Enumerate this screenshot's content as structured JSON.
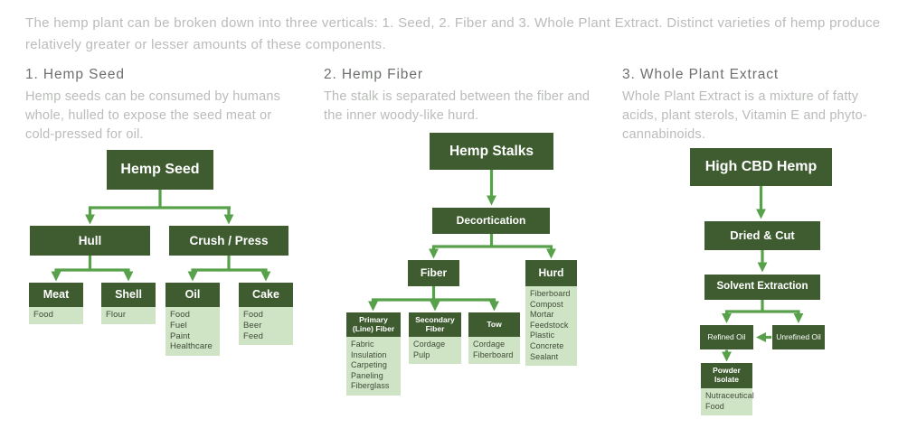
{
  "intro": "The hemp plant can be broken down into three verticals: 1. Seed, 2. Fiber and 3. Whole Plant Extract. Distinct varieties of hemp produce relatively greater or lesser amounts of these components.",
  "sections": [
    {
      "heading": "1. Hemp Seed",
      "body": "Hemp seeds can be consumed by humans whole, hulled to expose the seed meat or cold-pressed for oil."
    },
    {
      "heading": "2. Hemp Fiber",
      "body": "The stalk is separated between the fiber and the inner woody-like hurd."
    },
    {
      "heading": "3. Whole Plant Extract",
      "body": "Whole Plant Extract is a mixture of fatty acids, plant sterols, Vitamin E and phyto-cannabinoids."
    }
  ],
  "seed": {
    "root": "Hemp Seed",
    "hull": "Hull",
    "crush": "Crush / Press",
    "meat": "Meat",
    "meat_items": [
      "Food"
    ],
    "shell": "Shell",
    "shell_items": [
      "Flour"
    ],
    "oil": "Oil",
    "oil_items": [
      "Food",
      "Fuel",
      "Paint",
      "Healthcare"
    ],
    "cake": "Cake",
    "cake_items": [
      "Food",
      "Beer",
      "Feed"
    ]
  },
  "fiber": {
    "root": "Hemp Stalks",
    "decortication": "Decortication",
    "fiber": "Fiber",
    "hurd": "Hurd",
    "hurd_items": [
      "Fiberboard",
      "Compost",
      "Mortar",
      "Feedstock",
      "Plastic",
      "Concrete",
      "Sealant"
    ],
    "primary": "Primary (Line) Fiber",
    "primary_items": [
      "Fabric",
      "Insulation",
      "Carpeting",
      "Paneling",
      "Fiberglass"
    ],
    "secondary": "Secondary Fiber",
    "secondary_items": [
      "Cordage",
      "Pulp"
    ],
    "tow": "Tow",
    "tow_items": [
      "Cordage",
      "Fiberboard"
    ]
  },
  "extract": {
    "root": "High CBD Hemp",
    "dried": "Dried & Cut",
    "solvent": "Solvent Extraction",
    "refined": "Refined Oil",
    "unrefined": "Unrefined Oil",
    "powder": "Powder Isolate",
    "powder_items": [
      "Nutraceutical",
      "Food"
    ]
  },
  "colors": {
    "box_dark": "#3e5c30",
    "box_light": "#cfe3c5",
    "arrow": "#56a149",
    "heading_text": "#6d706d",
    "body_text": "#b9bcb9",
    "list_text": "#3e4b36"
  }
}
